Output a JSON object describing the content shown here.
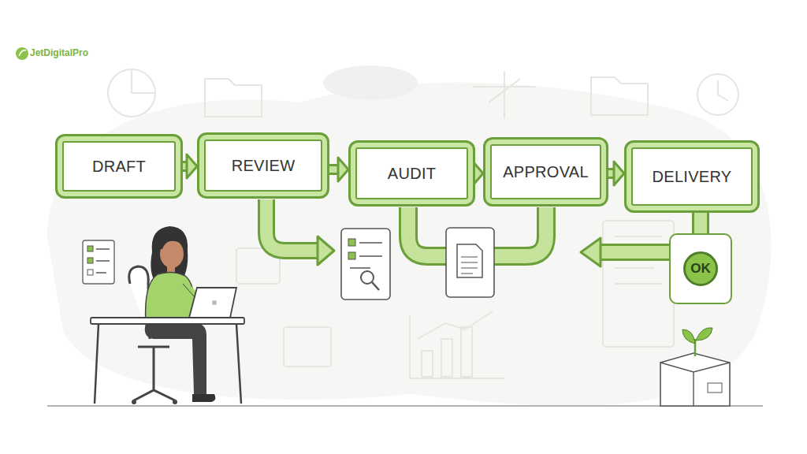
{
  "diagram": {
    "nodes": [
      {
        "text": [
          "DRAFT"
        ]
      },
      {
        "text": [
          "REVIEW"
        ]
      },
      {
        "text": [
          "AUDIT"
        ]
      },
      {
        "text": [
          "APPROVAL"
        ]
      },
      {
        "text": [
          "DELIVERY"
        ]
      },
      {
        "text": [
          "OK"
        ]
      }
    ],
    "edges": [
      {
        "from": 0,
        "to": 1,
        "arrow": "to"
      },
      {
        "from": 1,
        "to": 2,
        "arrow": "to"
      },
      {
        "from": 2,
        "to": 3,
        "arrow": "to"
      },
      {
        "from": 3,
        "to": 4,
        "arrow": "to"
      },
      {
        "from": 4,
        "to": 5,
        "arrow": "none"
      }
    ],
    "labels": [
      "JetDigitalPro"
    ]
  }
}
